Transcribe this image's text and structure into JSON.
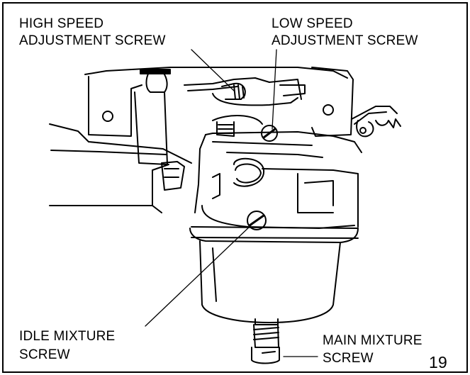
{
  "callouts": {
    "high_speed": {
      "line1": "HIGH SPEED",
      "line2": "ADJUSTMENT SCREW"
    },
    "low_speed": {
      "line1": "LOW SPEED",
      "line2": "ADJUSTMENT SCREW"
    },
    "idle_mixture": {
      "line1": "IDLE MIXTURE",
      "line2": "SCREW"
    },
    "main_mixture": {
      "line1": "MAIN MIXTURE",
      "line2": "SCREW"
    }
  },
  "page_number": "19"
}
